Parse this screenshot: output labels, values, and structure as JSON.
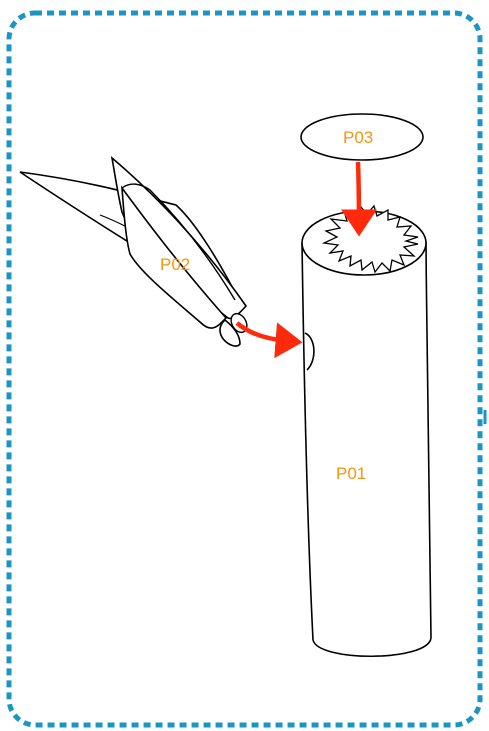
{
  "parts": {
    "p01": {
      "label": "P01"
    },
    "p02": {
      "label": "P02"
    },
    "p03": {
      "label": "P03"
    }
  },
  "colors": {
    "frame": "#1b95c2",
    "outline": "#000000",
    "label": "#f5960f",
    "arrow": "#ff2a0c",
    "background": "#ffffff"
  },
  "connections": [
    {
      "from": "p02",
      "to": "p01"
    },
    {
      "from": "p03",
      "to": "p01"
    }
  ]
}
